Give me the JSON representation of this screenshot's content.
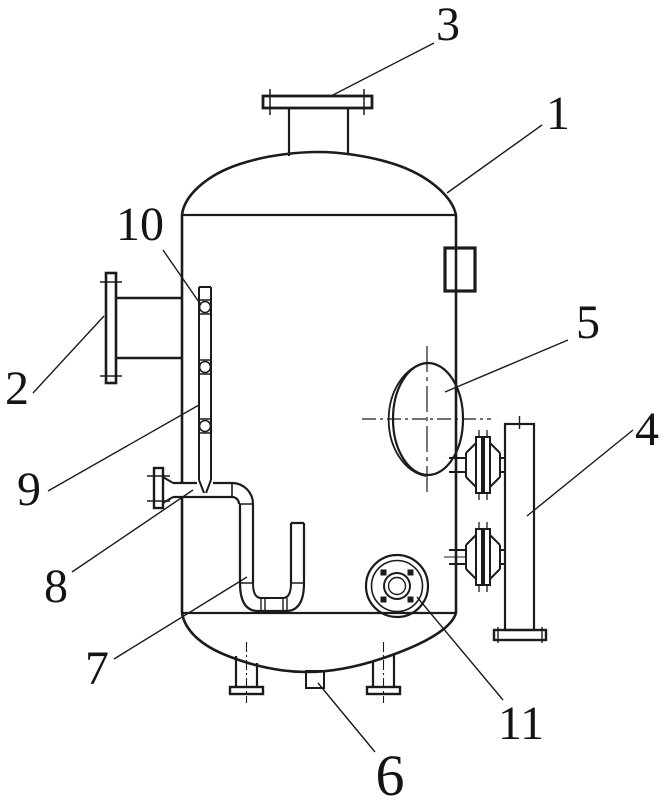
{
  "figure": {
    "type": "patent-style technical line drawing of a vertical pressure vessel",
    "background_color": "#ffffff",
    "line_color": "#1b1b1b",
    "part_labels": [
      {
        "number": "1"
      },
      {
        "number": "2"
      },
      {
        "number": "3"
      },
      {
        "number": "4"
      },
      {
        "number": "5"
      },
      {
        "number": "6"
      },
      {
        "number": "7"
      },
      {
        "number": "8"
      },
      {
        "number": "9"
      },
      {
        "number": "10"
      },
      {
        "number": "11"
      }
    ]
  }
}
